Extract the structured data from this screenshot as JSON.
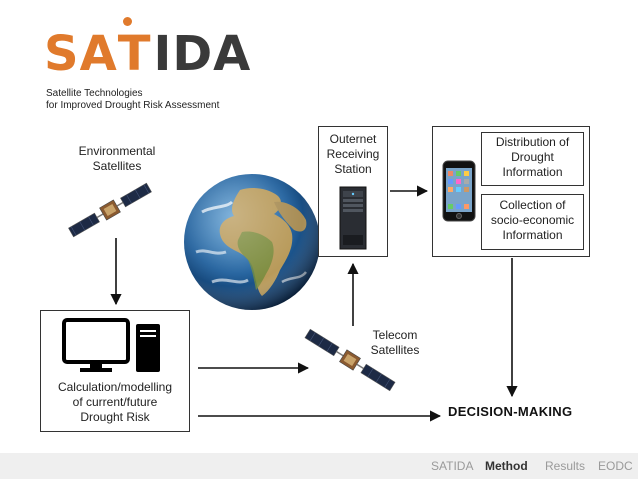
{
  "logo": {
    "word_part1": "SA",
    "word_part2": "T",
    "word_part3": "IDA",
    "subtitle_line1": "Satellite Technologies",
    "subtitle_line2": "for Improved Drought Risk Assessment"
  },
  "labels": {
    "env_sat_line1": "Environmental",
    "env_sat_line2": "Satellites",
    "outernet_line1": "Outernet",
    "outernet_line2": "Receiving",
    "outernet_line3": "Station",
    "dist_line1": "Distribution of",
    "dist_line2": "Drought",
    "dist_line3": "Information",
    "collect_line1": "Collection of",
    "collect_line2": "socio-economic",
    "collect_line3": "Information",
    "telecom_line1": "Telecom",
    "telecom_line2": "Satellites",
    "calc_line1": "Calculation/modelling",
    "calc_line2": "of current/future",
    "calc_line3": "Drought Risk",
    "decision": "DECISION-MAKING"
  },
  "nav": {
    "item1": "SATIDA",
    "item2": "Method",
    "item3": "Results",
    "item4": "EODC"
  }
}
